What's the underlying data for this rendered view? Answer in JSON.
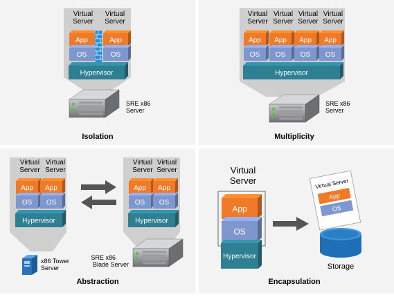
{
  "colors": {
    "background": "#f3f3f3",
    "funnel": "#cfcfcf",
    "app": "#f07a28",
    "os": "#7f97cf",
    "hypervisor": "#2f7f93",
    "server_gray": "#8d9092",
    "storage": "#1e6fb6",
    "tower": "#2b73b8",
    "arrow": "#555555",
    "divider": "#ffffff"
  },
  "labels": {
    "virtual": "Virtual",
    "server": "Server",
    "app": "App",
    "os": "OS",
    "hypervisor": "Hypervisor"
  },
  "isolation": {
    "title": "Isolation",
    "server_label_1": "SRE x86",
    "server_label_2": "Server"
  },
  "multiplicity": {
    "title": "Multiplicity",
    "server_label_1": "SRE x86",
    "server_label_2": "Server"
  },
  "abstraction": {
    "title": "Abstraction",
    "tower_label_1": "x86 Tower",
    "tower_label_2": "Server",
    "blade_label_1": "SRE x86",
    "blade_label_2": "Blade Server"
  },
  "encapsulation": {
    "title": "Encapsulation",
    "vs_line_1": "Virtual",
    "vs_line_2": "Server",
    "doc_title": "Virtual Server",
    "storage_label": "Storage"
  }
}
